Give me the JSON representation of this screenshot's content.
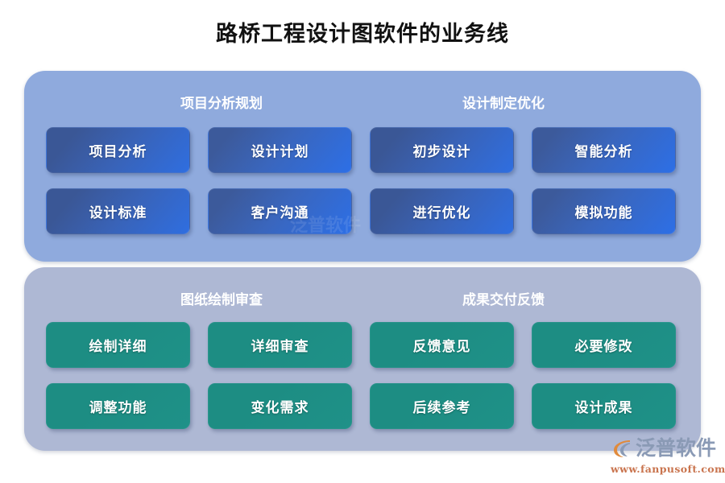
{
  "title": "路桥工程设计图软件的业务线",
  "panels": [
    {
      "id": "upper",
      "theme_color": "#8faadd",
      "button_color": "#3963b8",
      "sections": [
        {
          "header": "项目分析规划"
        },
        {
          "header": "设计制定优化"
        }
      ],
      "buttons": [
        "项目分析",
        "设计计划",
        "初步设计",
        "智能分析",
        "设计标准",
        "客户沟通",
        "进行优化",
        "模拟功能"
      ]
    },
    {
      "id": "lower",
      "theme_color": "#aeb8d4",
      "button_color": "#1d8d83",
      "sections": [
        {
          "header": "图纸绘制审查"
        },
        {
          "header": "成果交付反馈"
        }
      ],
      "buttons": [
        "绘制详细",
        "详细审查",
        "反馈意见",
        "必要修改",
        "调整功能",
        "变化需求",
        "后续参考",
        "设计成果"
      ]
    }
  ],
  "logo": {
    "mark_icon": "fanpu-swoosh-logo-icon",
    "name": "泛普软件",
    "url": "www.fanpusoft.com",
    "name_color": "#8a9ab5",
    "url_color": "#c9744e",
    "mark_accent_color": "#e08a3c"
  },
  "watermark": {
    "text": "泛普软件"
  }
}
